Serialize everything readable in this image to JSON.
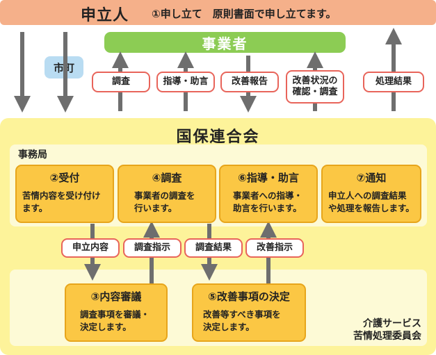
{
  "applicant": {
    "title": "申立人",
    "instruction": "①申し立て　原則書面で申し立てます。"
  },
  "provider": "事業者",
  "city": "市町",
  "top_labels": [
    {
      "text": "調査"
    },
    {
      "text": "指導・助言"
    },
    {
      "text": "改善報告"
    },
    {
      "text": "改善状況の\n確認・調査"
    },
    {
      "text": "処理結果"
    }
  ],
  "federation": "国保連合会",
  "office": "事務局",
  "committee": "介護サービス\n苦情処理委員会",
  "steps": [
    {
      "title": "②受付",
      "desc": "苦情内容を受け付け\nます。"
    },
    {
      "title": "④調査",
      "desc": "事業者の調査を\n行います。"
    },
    {
      "title": "⑥指導・助言",
      "desc": "事業者への指導・\n助言を行います。"
    },
    {
      "title": "⑦通知",
      "desc": "申立人への調査結果\nや処理を報告します。"
    },
    {
      "title": "③内容審議",
      "desc": "調査事項を審議・\n決定します。"
    },
    {
      "title": "⑤改善事項の決定",
      "desc": "改善等すべき事項を\n決定します。"
    }
  ],
  "mid_labels": [
    {
      "text": "申立内容"
    },
    {
      "text": "調査指示"
    },
    {
      "text": "調査結果"
    },
    {
      "text": "改善指示"
    }
  ],
  "colors": {
    "applicant_bar": "#f5b08a",
    "provider": "#8ccc54",
    "city": "#b9dcf2",
    "federation": "#fdf39a",
    "step_fill": "#fbc744",
    "label_border": "#e8645a",
    "arrow": "#6e6e6e"
  }
}
